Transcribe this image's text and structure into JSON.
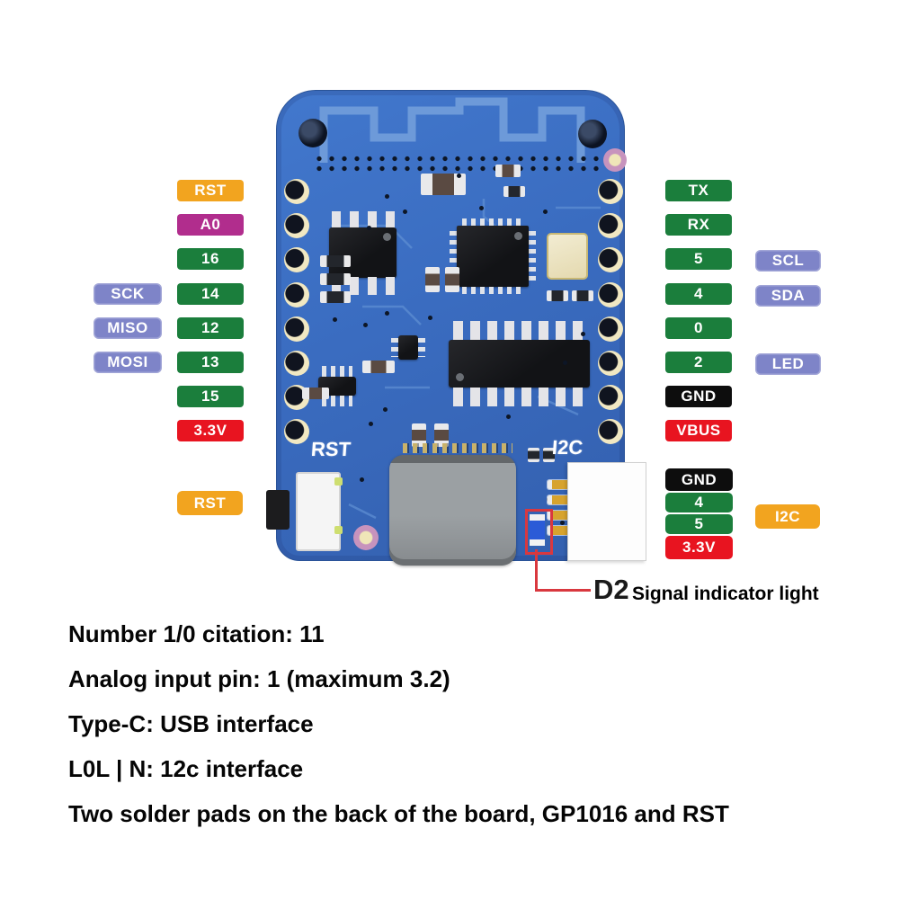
{
  "colors": {
    "green": "#1b7e3c",
    "orange": "#f2a41f",
    "magenta": "#b12d8d",
    "lavender": "#7e84c8",
    "red": "#e81420",
    "black_pill": "#0d0d0d",
    "board": "#3a6cc0",
    "board_edge": "#2a5398",
    "trace": "#6d9ad9",
    "usb_gray": "#8f9396",
    "callout_red": "#d9383f",
    "gold": "#f0e6bb"
  },
  "board": {
    "silk_rst": "RST",
    "silk_i2c": "I2C"
  },
  "pin_labels": {
    "left": [
      "RST",
      "A0",
      "16",
      "14",
      "12",
      "13",
      "15",
      "3.3V"
    ],
    "left_alt": [
      "SCK",
      "MISO",
      "MOSI"
    ],
    "right": [
      "TX",
      "RX",
      "5",
      "4",
      "0",
      "2",
      "GND",
      "VBUS"
    ],
    "right_alt": [
      "SCL",
      "SDA",
      "LED"
    ],
    "bottom_left": "RST",
    "bottom_right_group": [
      "GND",
      "4",
      "5",
      "3.3V"
    ],
    "bottom_right_alt": "I2C"
  },
  "callout": {
    "ref": "D2",
    "text": "Signal indicator light"
  },
  "notes": [
    "Number 1/0 citation: 11",
    "Analog input pin: 1 (maximum 3.2)",
    "Type-C: USB interface",
    "L0L | N: 12c interface",
    "Two solder pads on the back of the board, GP1016 and RST"
  ]
}
